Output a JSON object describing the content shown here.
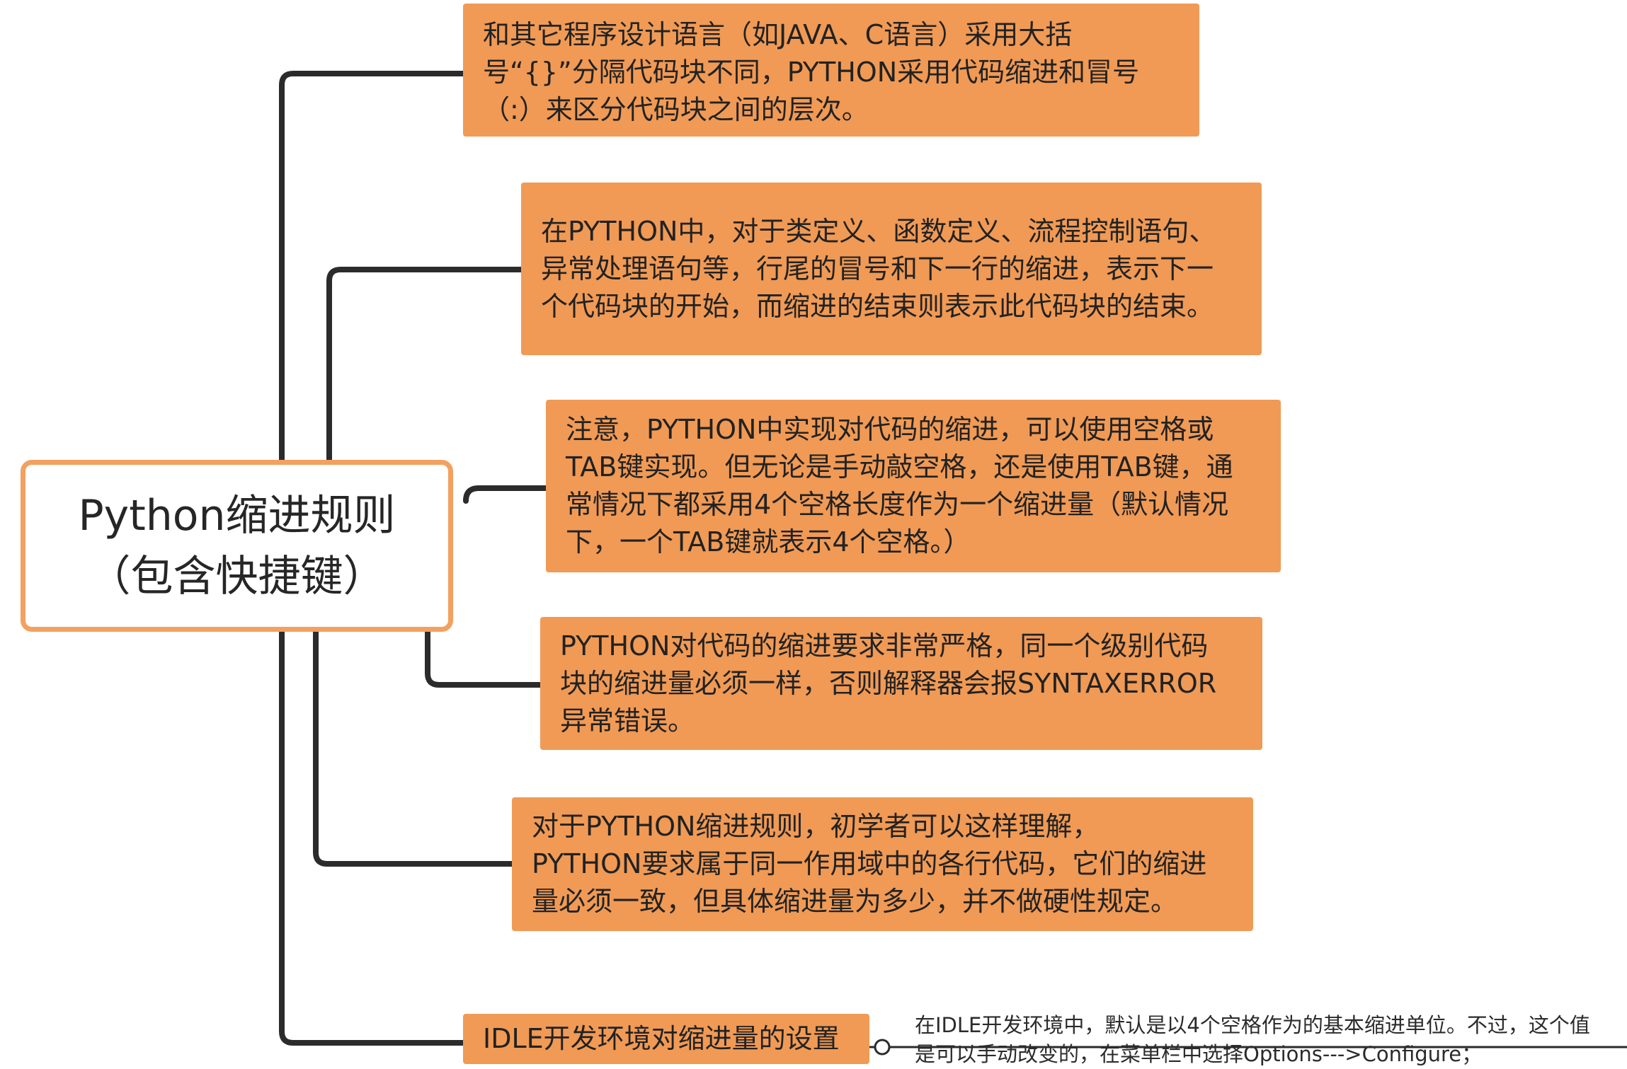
{
  "root": {
    "title": "Python缩进规则\n（包含快捷键）"
  },
  "branches": [
    {
      "text": "和其它程序设计语言（如JAVA、C语言）采用大括\n号“{}”分隔代码块不同，PYTHON采用代码缩进和冒号\n（:）来区分代码块之间的层次。"
    },
    {
      "text": "在PYTHON中，对于类定义、函数定义、流程控制语句、\n异常处理语句等，行尾的冒号和下一行的缩进，表示下一\n个代码块的开始，而缩进的结束则表示此代码块的结束。"
    },
    {
      "text": "注意，PYTHON中实现对代码的缩进，可以使用空格或\nTAB键实现。但无论是手动敲空格，还是使用TAB键，通\n常情况下都采用4个空格长度作为一个缩进量（默认情况\n下，一个TAB键就表示4个空格。）"
    },
    {
      "text": "PYTHON对代码的缩进要求非常严格，同一个级别代码\n块的缩进量必须一样，否则解释器会报SYNTAXERROR\n异常错误。"
    },
    {
      "text": "对于PYTHON缩进规则，初学者可以这样理解，\nPYTHON要求属于同一作用域中的各行代码，它们的缩进\n量必须一致，但具体缩进量为多少，并不做硬性规定。"
    },
    {
      "text": "IDLE开发环境对缩进量的设置"
    }
  ],
  "note": {
    "text": "在IDLE开发环境中，默认是以4个空格作为的基本缩进单位。不过，这个值\n是可以手动改变的，在菜单栏中选择Options--->Configure；"
  },
  "colors": {
    "card_fill": "#f09a55",
    "root_border": "#f2a160",
    "connector": "#2b2b2b"
  }
}
